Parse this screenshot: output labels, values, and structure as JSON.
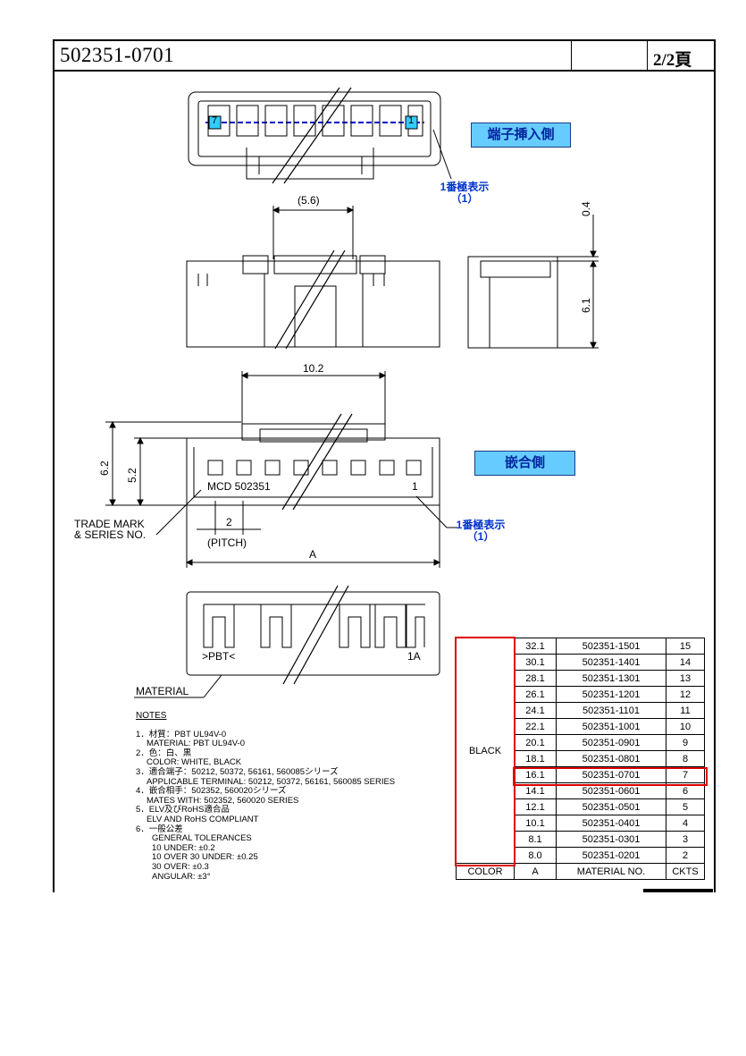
{
  "header": {
    "part_number": "502351-0701",
    "page": "2/2頁"
  },
  "labels": {
    "insert_side": "端子挿入側",
    "mating_side": "嵌合側",
    "pin1_top": "1番極表示",
    "pin1_top_sub": "（1）",
    "pin1_mid": "1番極表示",
    "pin1_mid_sub": "（1）",
    "dim_5_6": "(5.6)",
    "dim_0_4": "0.4",
    "dim_6_1": "6.1",
    "dim_10_2": "10.2",
    "dim_6_2": "6.2",
    "dim_5_2": "5.2",
    "dim_2": "2",
    "pitch": "(PITCH)",
    "dim_A": "A",
    "mcd": "MCD 502351",
    "pin_one": "1",
    "pin_seven": "7",
    "pin_one_box": "1",
    "trade_mark_1": "TRADE MARK",
    "trade_mark_2": "& SERIES NO.",
    "pbt": ">PBT<",
    "one_a": "1A",
    "material": "MATERIAL"
  },
  "notes": {
    "heading": "NOTES",
    "lines": [
      "1．材質：PBT UL94V-0",
      "MATERIAL: PBT UL94V-0",
      "2．色：白、黒",
      "COLOR: WHITE, BLACK",
      "3．適合端子：50212, 50372, 56161, 560085シリーズ",
      "APPLICABLE TERMINAL: 50212, 50372, 56161, 560085 SERIES",
      "4．嵌合相手：502352, 560020シリーズ",
      "MATES WITH: 502352, 560020 SERIES",
      "5．ELV及びRoHS適合品",
      "ELV AND RoHS COMPLIANT",
      "6．一般公差",
      "GENERAL TOLERANCES",
      "10 UNDER: ±0.2",
      "10 OVER 30 UNDER: ±0.25",
      "30 OVER: ±0.3",
      "ANGULAR: ±3°"
    ]
  },
  "table": {
    "color_label": "BLACK",
    "rows": [
      {
        "a": "32.1",
        "material_no": "502351-1501",
        "ckts": "15"
      },
      {
        "a": "30.1",
        "material_no": "502351-1401",
        "ckts": "14"
      },
      {
        "a": "28.1",
        "material_no": "502351-1301",
        "ckts": "13"
      },
      {
        "a": "26.1",
        "material_no": "502351-1201",
        "ckts": "12"
      },
      {
        "a": "24.1",
        "material_no": "502351-1101",
        "ckts": "11"
      },
      {
        "a": "22.1",
        "material_no": "502351-1001",
        "ckts": "10"
      },
      {
        "a": "20.1",
        "material_no": "502351-0901",
        "ckts": "9"
      },
      {
        "a": "18.1",
        "material_no": "502351-0801",
        "ckts": "8"
      },
      {
        "a": "16.1",
        "material_no": "502351-0701",
        "ckts": "7"
      },
      {
        "a": "14.1",
        "material_no": "502351-0601",
        "ckts": "6"
      },
      {
        "a": "12.1",
        "material_no": "502351-0501",
        "ckts": "5"
      },
      {
        "a": "10.1",
        "material_no": "502351-0401",
        "ckts": "4"
      },
      {
        "a": "8.1",
        "material_no": "502351-0301",
        "ckts": "3"
      },
      {
        "a": "8.0",
        "material_no": "502351-0201",
        "ckts": "2"
      }
    ],
    "headers": {
      "color": "COLOR",
      "a": "A",
      "material_no": "MATERIAL NO.",
      "ckts": "CKTS"
    }
  },
  "colors": {
    "highlight_red": "#dd0000",
    "label_blue": "#66ccff",
    "text_blue": "#0033cc"
  }
}
